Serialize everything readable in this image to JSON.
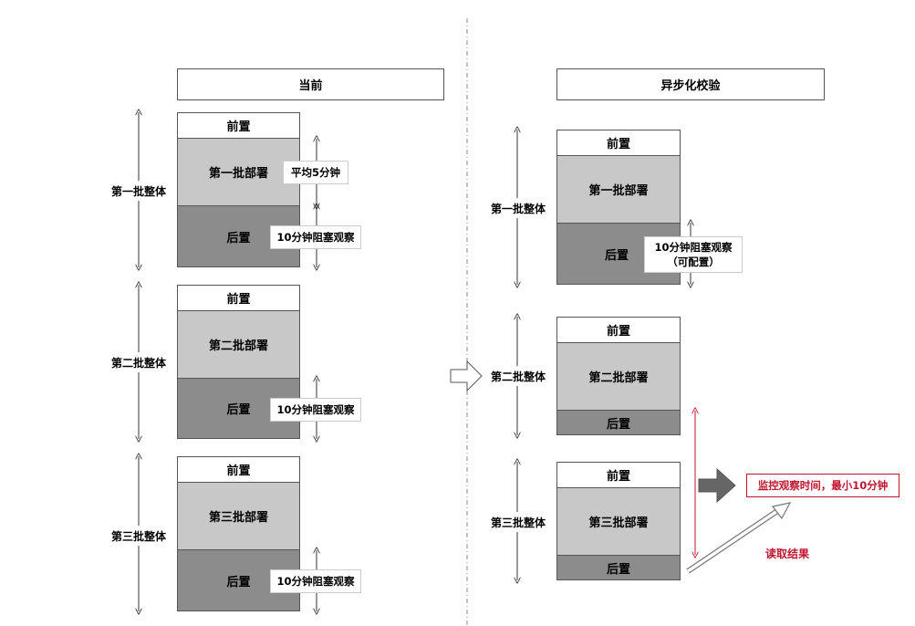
{
  "left": {
    "header": "当前",
    "batches": [
      {
        "pre": "前置",
        "deploy": "第一批部署",
        "post": "后置",
        "whole": "第一批整体",
        "avg": "平均5分钟",
        "observe": "10分钟阻塞观察"
      },
      {
        "pre": "前置",
        "deploy": "第二批部署",
        "post": "后置",
        "whole": "第二批整体",
        "observe": "10分钟阻塞观察"
      },
      {
        "pre": "前置",
        "deploy": "第三批部署",
        "post": "后置",
        "whole": "第三批整体",
        "observe": "10分钟阻塞观察"
      }
    ]
  },
  "right": {
    "header": "异步化校验",
    "batches": [
      {
        "pre": "前置",
        "deploy": "第一批部署",
        "post": "后置",
        "whole": "第一批整体",
        "observe_line1": "10分钟阻塞观察",
        "observe_line2": "（可配置）"
      },
      {
        "pre": "前置",
        "deploy": "第二批部署",
        "post": "后置",
        "whole": "第二批整体"
      },
      {
        "pre": "前置",
        "deploy": "第三批部署",
        "post": "后置",
        "whole": "第三批整体"
      }
    ],
    "monitor_note": "监控观察时间，最小10分钟",
    "read_result": "读取结果"
  },
  "colors": {
    "accent": "#c0162f",
    "pre": "#ffffff",
    "deploy": "#c8c8c8",
    "post": "#8c8c8c"
  }
}
